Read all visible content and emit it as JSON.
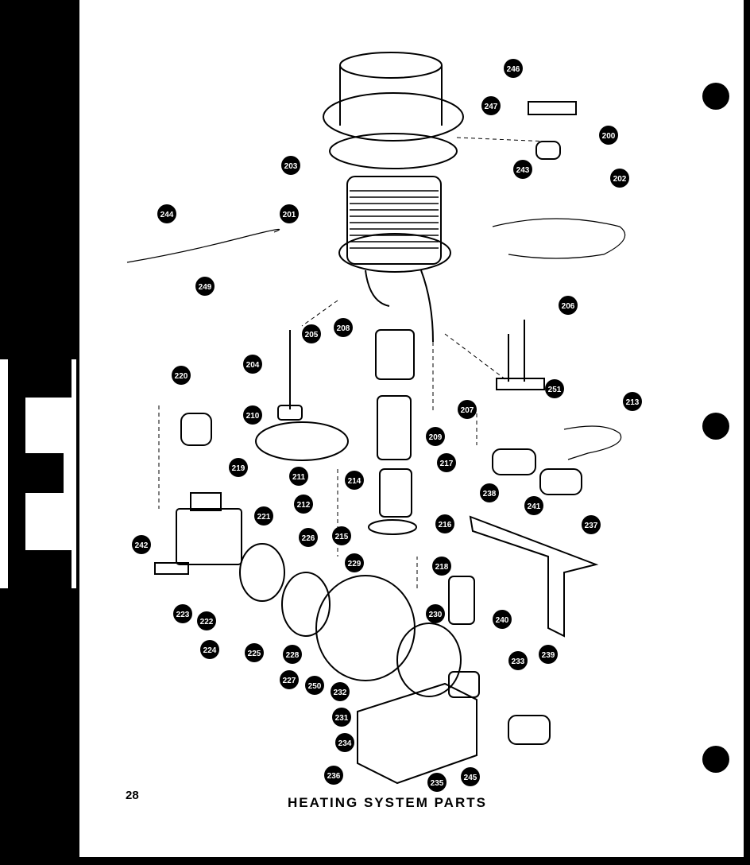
{
  "page": {
    "section_tab": "E",
    "page_number": "28",
    "caption": "HEATING SYSTEM PARTS"
  },
  "callouts": [
    "246",
    "247",
    "200",
    "203",
    "243",
    "202",
    "201",
    "244",
    "249",
    "206",
    "208",
    "205",
    "204",
    "220",
    "210",
    "207",
    "251",
    "213",
    "209",
    "211",
    "212",
    "214",
    "217",
    "216",
    "215",
    "219",
    "221",
    "226",
    "242",
    "218",
    "229",
    "238",
    "241",
    "237",
    "240",
    "230",
    "239",
    "223",
    "222",
    "224",
    "225",
    "228",
    "227",
    "250",
    "232",
    "233",
    "231",
    "234",
    "236",
    "235",
    "245"
  ]
}
